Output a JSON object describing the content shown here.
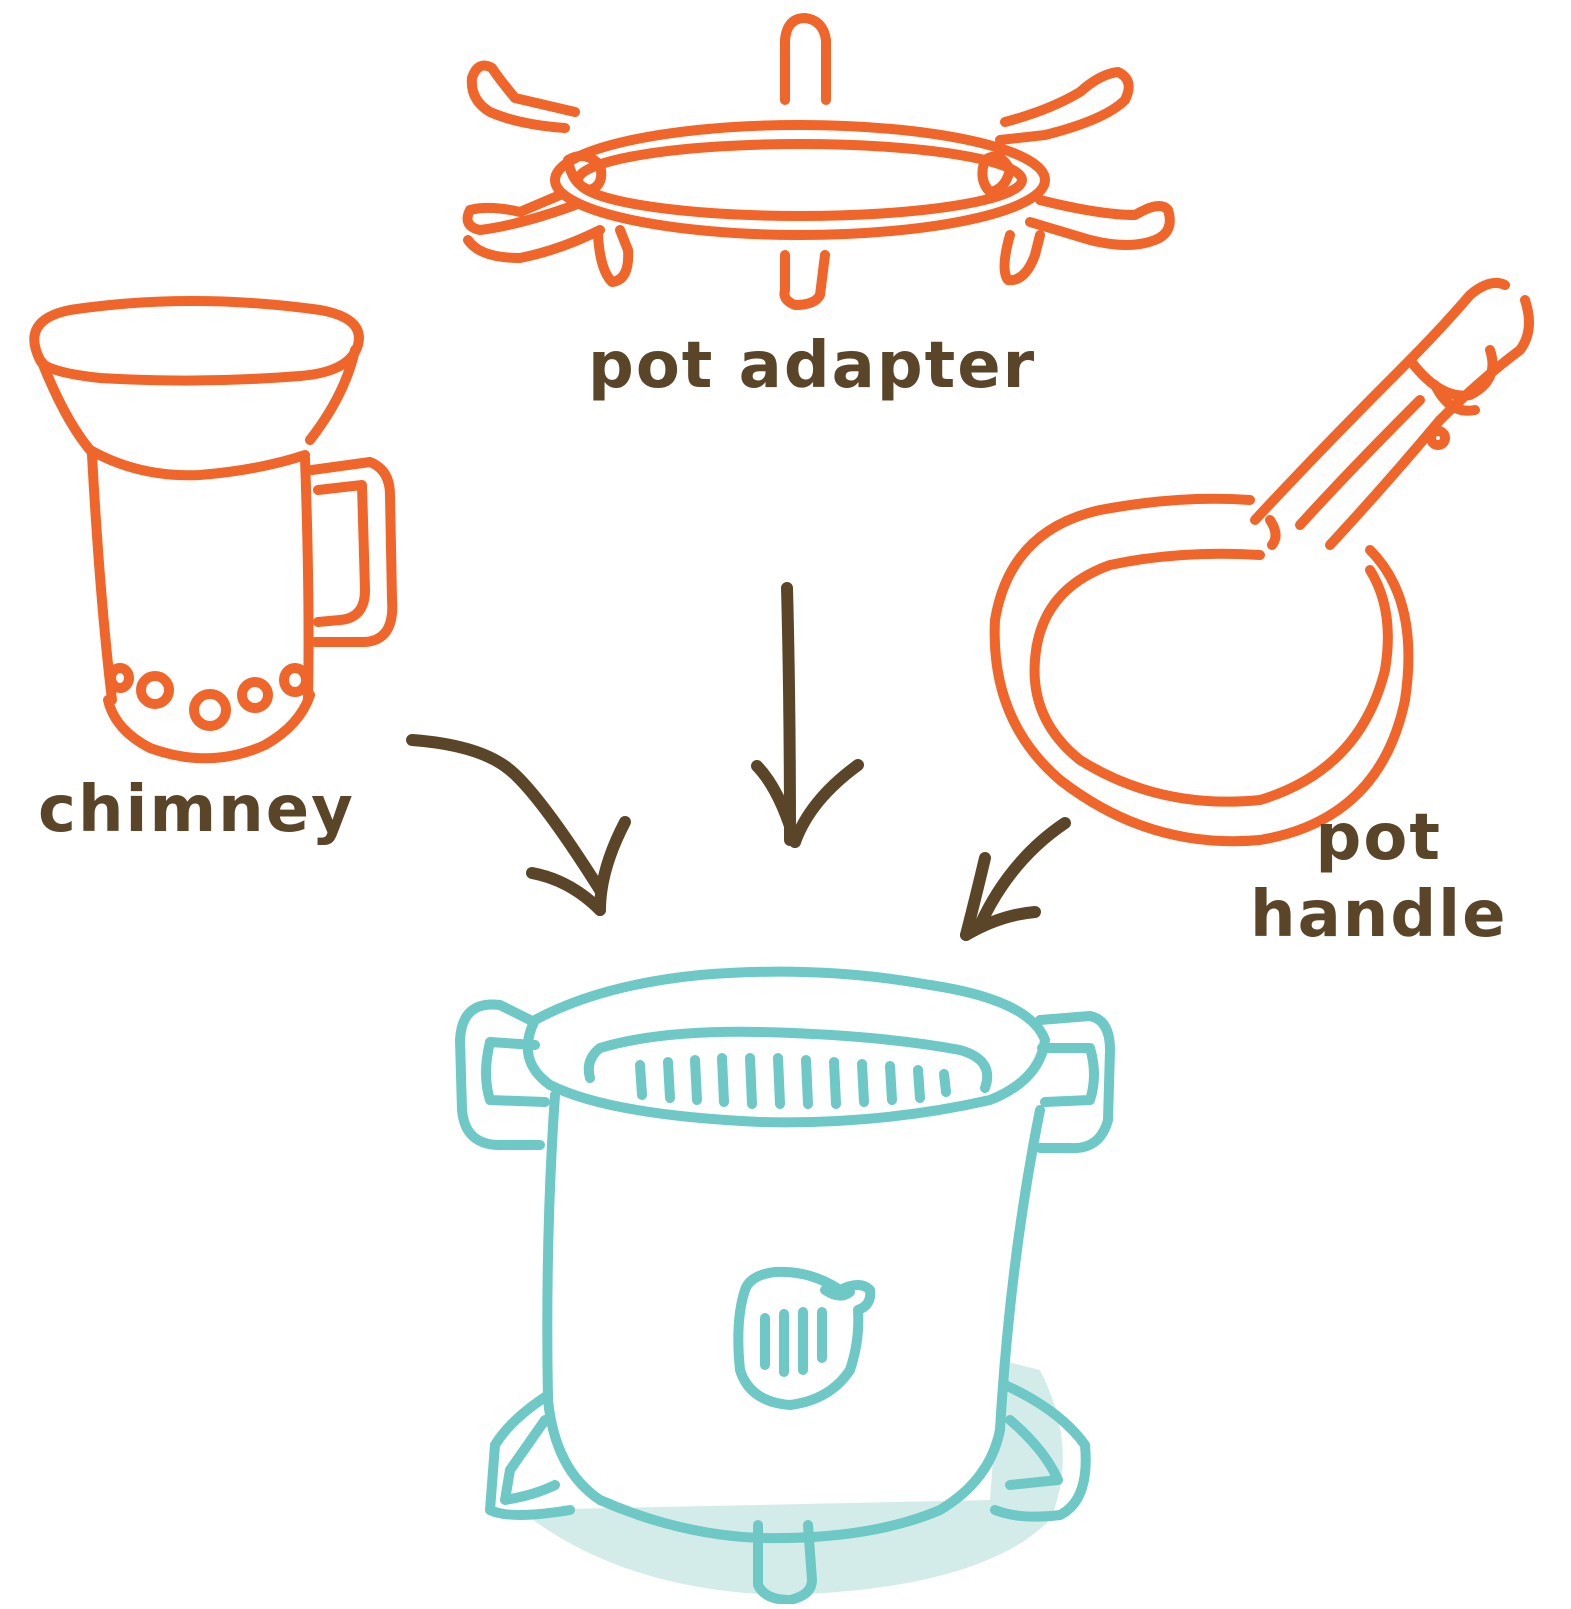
{
  "labels": {
    "chimney": "chimney",
    "pot_adapter": "pot adapter",
    "pot_handle_line1": "pot",
    "pot_handle_line2": "handle"
  },
  "colors": {
    "component_stroke": "#f0652a",
    "stove_stroke": "#6ec8c6",
    "stove_shadow": "#d3ecea",
    "arrow_and_text": "#5a4528",
    "background": "#ffffff"
  }
}
